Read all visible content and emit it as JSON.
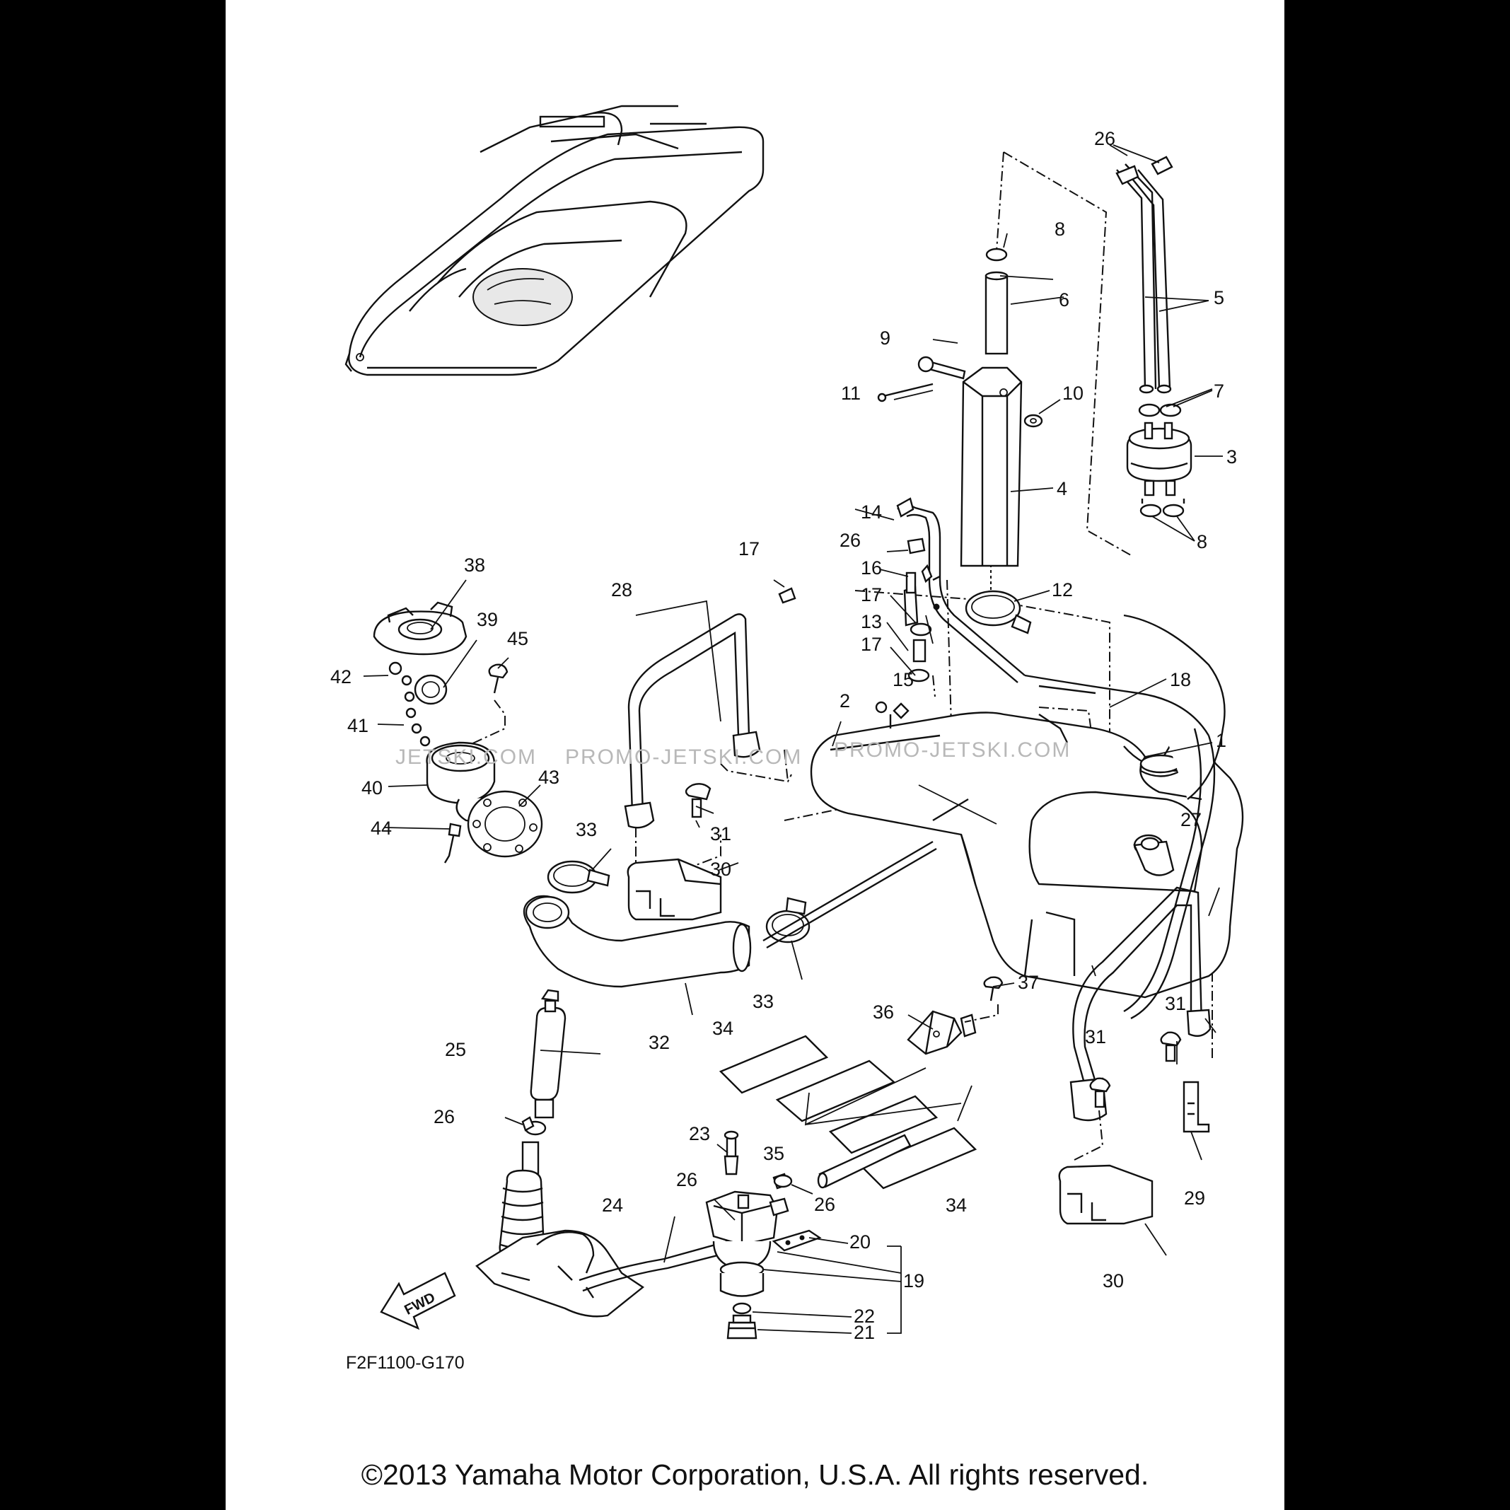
{
  "diagram": {
    "code": "F2F1100-G170",
    "fwd_label": "FWD",
    "watermark": {
      "left": "JETSKI.COM",
      "middle": "PROMO-JETSKI.COM",
      "right": "PROMO-JETSKI.COM"
    },
    "callouts": [
      "1",
      "2",
      "3",
      "4",
      "5",
      "6",
      "7",
      "8",
      "8",
      "9",
      "10",
      "11",
      "12",
      "13",
      "14",
      "15",
      "16",
      "17",
      "17",
      "17",
      "18",
      "19",
      "20",
      "21",
      "22",
      "23",
      "24",
      "25",
      "26",
      "26",
      "26",
      "26",
      "26",
      "27",
      "28",
      "29",
      "30",
      "30",
      "31",
      "31",
      "31",
      "32",
      "33",
      "33",
      "34",
      "34",
      "35",
      "36",
      "37",
      "38",
      "39",
      "40",
      "41",
      "42",
      "43",
      "44",
      "45"
    ]
  },
  "footer": {
    "copyright": "©2013 Yamaha Motor Corporation, U.S.A. All rights reserved."
  }
}
